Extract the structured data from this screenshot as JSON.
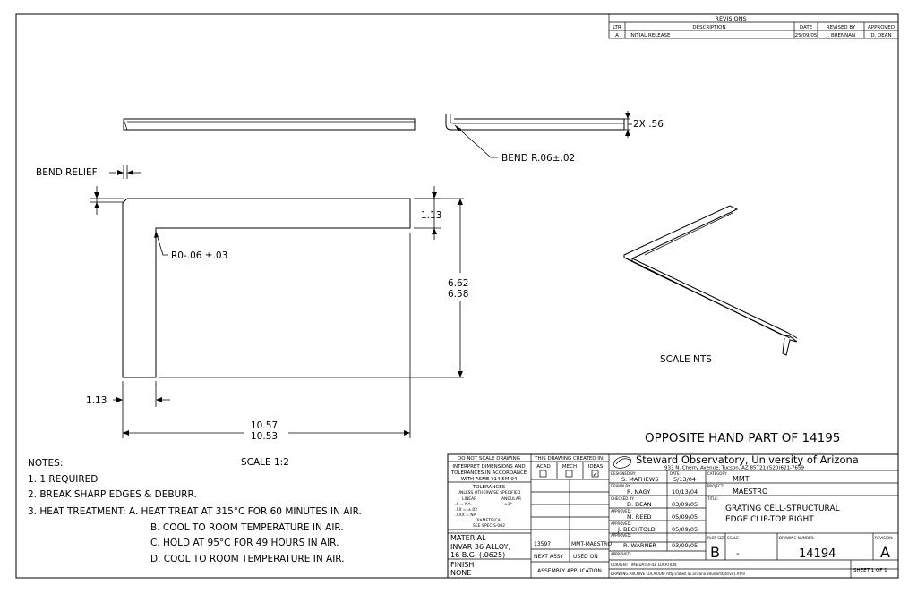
{
  "revisions": {
    "title": "REVISIONS",
    "headers": [
      "LTR",
      "DESCRIPTION",
      "DATE",
      "REVISED BY",
      "APPROVED"
    ],
    "row": [
      "A",
      "INITIAL RELEASE",
      "25/09/05",
      "J. BRENNAN",
      "D. DEAN"
    ]
  },
  "annotations": {
    "thickness": "2X .56",
    "bend": "BEND R.06±.02",
    "bend_relief": "BEND RELIEF",
    "radius": "R0-.06 ±.03",
    "dim_top": "1.13",
    "dim_height_max": "6.62",
    "dim_height_min": "6.58",
    "dim_left": "1.13",
    "dim_width_max": "10.57",
    "dim_width_min": "10.53",
    "iso_scale": "SCALE NTS",
    "opposite_hand": "OPPOSITE HAND PART OF 14195"
  },
  "notes": {
    "title": "NOTES:",
    "scale": "SCALE 1:2",
    "items": [
      "1. 1 REQUIRED",
      "2. BREAK SHARP EDGES & DEBURR.",
      "3. HEAT TREATMENT: A. HEAT TREAT AT 315°C FOR 60 MINUTES IN AIR.",
      "B. COOL TO ROOM TEMPERATURE IN AIR.",
      "C. HOLD AT 95°C FOR 49 HOURS IN AIR.",
      "D. COOL TO ROOM TEMPERATURE IN AIR."
    ]
  },
  "title_block": {
    "do_not_scale": "DO NOT SCALE DRAWING",
    "interpret1": "INTERPRET DIMENSIONS AND",
    "interpret2": "TOLERANCES IN ACCORDANCE",
    "interpret3": "WITH ASME Y14.5M-94",
    "tolerances": "TOLERANCES",
    "unless": "UNLESS OTHERWISE SPECIFIED",
    "linear": "LINEAR",
    "angular": "ANGULAR",
    "tol1": ".X   = NA",
    "tol2": ".XX  = ±.02",
    "tol3": ".XXX = NA",
    "angular_tol": "±1°",
    "diametrical": "DIAMETRICAL",
    "spec": "SEE SPEC S-002",
    "material_label": "MATERIAL",
    "material1": "INVAR 36 ALLOY,",
    "material2": "16 B.G. (.0625)",
    "finish_label": "FINISH",
    "finish": "NONE",
    "created_in": "THIS DRAWING CREATED IN:",
    "acad": "ACAD",
    "mech": "MECH",
    "ideas": "IDEAS",
    "check_mark": "✓",
    "next_assy_val": "13597",
    "used_on_val": "MMT-MAESTRO",
    "next_assy": "NEXT ASSY",
    "used_on": "USED ON",
    "assembly_app": "ASSEMBLY APPLICATION",
    "org_name": "Steward Observatory, University of Arizona",
    "org_address": "933 N. Cherry Avenue, Tucson, AZ  85721   (520)621-7659",
    "designed_by_label": "DESIGNED BY:",
    "designed_by": "S. MATHEWS",
    "designed_date": "5/13/04",
    "date_label": "DATE:",
    "drawn_by_label": "DRAWN BY:",
    "drawn_by": "R. NAGY",
    "drawn_date": "10/13/04",
    "checked_by_label": "CHECKED BY:",
    "checked_by": "D. DEAN",
    "checked_date": "03/09/05",
    "approved1_label": "APPROVED:",
    "approved1": "M. REED",
    "approved1_date": "05/09/05",
    "approved2_label": "APPROVED:",
    "approved2": "J. BECHTOLD",
    "approved2_date": "05/09/05",
    "approved3_label": "APPROVED:",
    "approved3": "R. WARNER",
    "approved3_date": "03/09/05",
    "approved4_label": "APPROVED:",
    "category_label": "CATEGORY:",
    "category": "MMT",
    "project_label": "PROJECT:",
    "project": "MAESTRO",
    "title_label": "TITLE:",
    "title1": "GRATING CELL-STRUCTURAL",
    "title2": "EDGE CLIP-TOP RIGHT",
    "plot_size_label": "PLOT SIZE",
    "plot_size": "B",
    "scale_label": "SCALE:",
    "scale": "-",
    "drawing_number_label": "DRAWING NUMBER:",
    "drawing_number": "14194",
    "revision_label": "REVISION:",
    "revision": "A",
    "current_time": "CURRENT TIME/DATE/FILE LOCATION:",
    "archive": "DRAWING ARCHIVE LOCATION: http://abell.as.arizona.edu/mmt/drive1.html",
    "sheet": "SHEET 1 OF 1"
  }
}
